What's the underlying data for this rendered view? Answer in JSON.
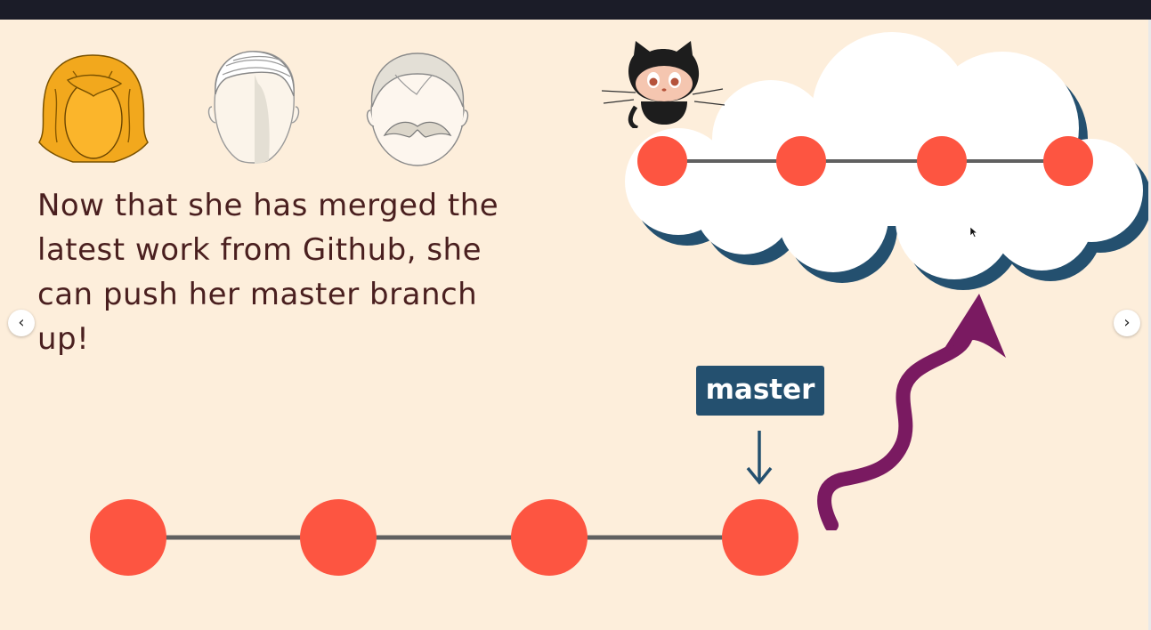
{
  "slide": {
    "caption_lines": [
      "Now that she has merged the",
      "latest work from Github, she",
      "can push her master branch up!"
    ],
    "branch_label": "master",
    "nav": {
      "prev_glyph": "‹",
      "next_glyph": "›"
    }
  },
  "icons": {
    "people": [
      "woman-face-icon",
      "man-face-icon",
      "mustache-man-face-icon"
    ],
    "remote": "github-octocat-icon",
    "cloud": "cloud-icon",
    "arrow": "push-arrow-icon"
  },
  "colors": {
    "background": "#fdeedb",
    "commit": "#fd5541",
    "commit_line": "#606060",
    "caption_text": "#4a1f1f",
    "label_bg": "#24506f",
    "cloud_shadow": "#24506f",
    "push_arrow": "#7a1a61",
    "woman_hair": "#f7b32b"
  },
  "local_commits": 4,
  "remote_commits": 4
}
